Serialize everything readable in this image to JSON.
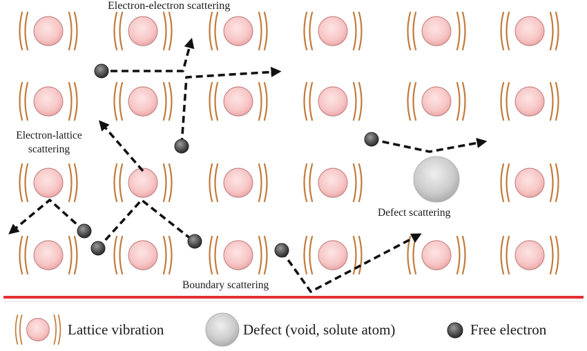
{
  "colors": {
    "atom_fill": "#f7c8c8",
    "atom_stroke": "#c98888",
    "vibration": "#c27a3a",
    "electron": "#555555",
    "defect": "#c8c8c8",
    "path": "#111111",
    "boundary": "#e53030"
  },
  "labels": {
    "electron_electron": "Electron-electron scattering",
    "electron_lattice_line1": "Electron-lattice",
    "electron_lattice_line2": "scattering",
    "defect": "Defect scattering",
    "boundary": "Boundary scattering"
  },
  "legend": {
    "lattice": "Lattice vibration",
    "defect": "Defect (void, solute atom)",
    "electron": "Free electron"
  },
  "lattice": {
    "columns": 6,
    "rows": 4,
    "missing_site": {
      "row": 3,
      "column": 5,
      "replaced_by": "defect"
    }
  },
  "icons": {
    "atom": "lattice-atom-icon",
    "electron": "free-electron-icon",
    "defect": "defect-icon",
    "arrow": "arrow-head-icon"
  }
}
